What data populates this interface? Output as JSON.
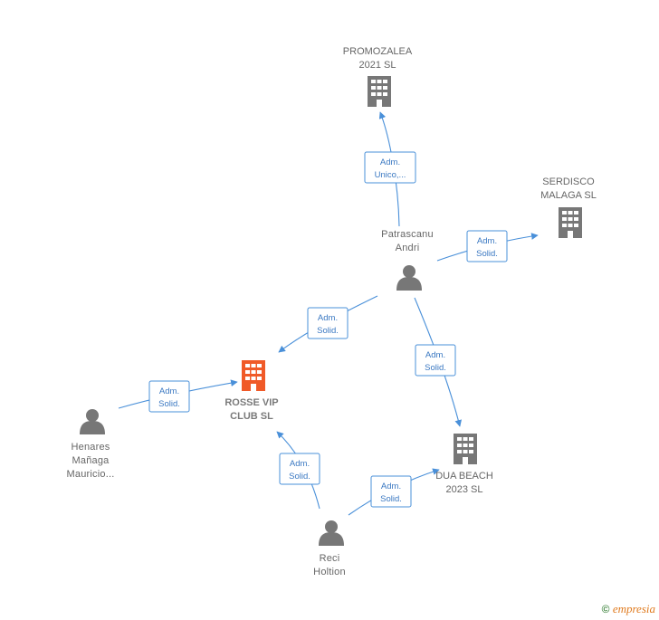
{
  "companies": {
    "rosse": {
      "line1": "ROSSE VIP",
      "line2": "CLUB  SL",
      "color": "#f05a28"
    },
    "promozalea": {
      "line1": "PROMOZALEA",
      "line2": "2021  SL",
      "color": "#777777"
    },
    "serdisco": {
      "line1": "SERDISCO",
      "line2": "MALAGA  SL",
      "color": "#777777"
    },
    "dua": {
      "line1": "DUA BEACH",
      "line2": "2023  SL",
      "color": "#777777"
    }
  },
  "people": {
    "patrascanu": {
      "line1": "Patrascanu",
      "line2": "Andri"
    },
    "henares": {
      "line1": "Henares",
      "line2": "Mañaga",
      "line3": "Mauricio..."
    },
    "reci": {
      "line1": "Reci",
      "line2": "Holtion"
    }
  },
  "edges": {
    "e1": {
      "line1": "Adm.",
      "line2": "Unico,..."
    },
    "e2": {
      "line1": "Adm.",
      "line2": "Solid."
    },
    "e3": {
      "line1": "Adm.",
      "line2": "Solid."
    },
    "e4": {
      "line1": "Adm.",
      "line2": "Solid."
    },
    "e5": {
      "line1": "Adm.",
      "line2": "Solid."
    },
    "e6": {
      "line1": "Adm.",
      "line2": "Solid."
    },
    "e7": {
      "line1": "Adm.",
      "line2": "Solid."
    }
  },
  "footer": {
    "copyright": "©",
    "brand_initial": "e",
    "brand_rest": "mpresia"
  },
  "colors": {
    "edge": "#4a90d9",
    "person": "#777777",
    "focus": "#f05a28"
  },
  "icons": {
    "company": "building-icon",
    "person": "person-icon"
  }
}
